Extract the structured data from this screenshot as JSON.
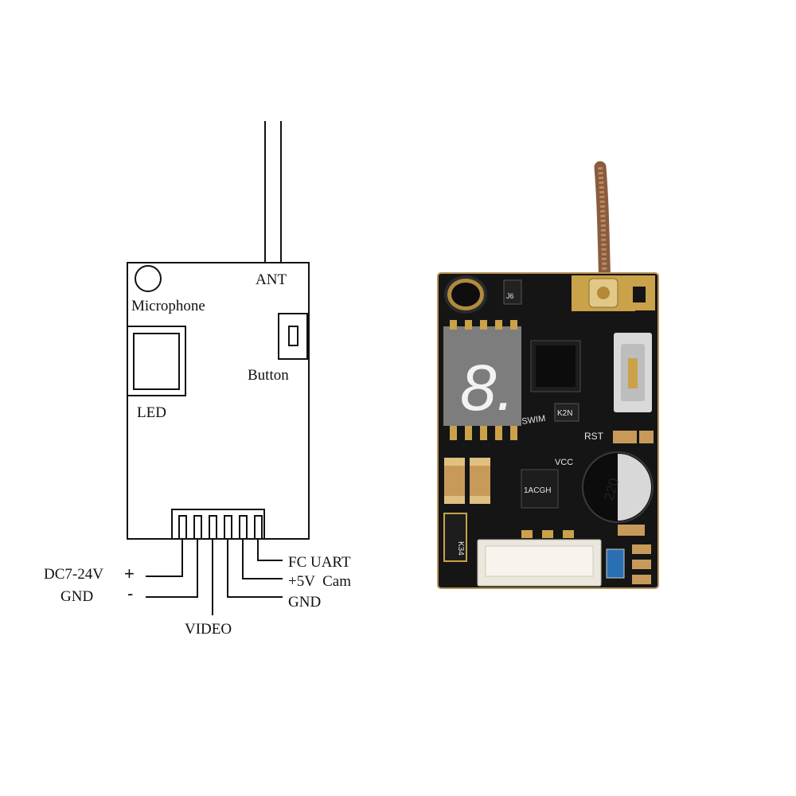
{
  "diagram": {
    "labels": {
      "antenna": "ANT",
      "microphone": "Microphone",
      "button": "Button",
      "led": "LED",
      "pins": {
        "fc_uart": "FC UART",
        "cam_5v": "+5V  Cam",
        "gnd_right": "GND",
        "video": "VIDEO",
        "dc_in": "DC7-24V",
        "gnd_left": "GND"
      },
      "plus_sign": "+",
      "minus_sign": "-"
    }
  },
  "board": {
    "display_digit": "8.",
    "silkscreen": {
      "swim": "SWIM",
      "rst": "RST",
      "vcc": "VCC",
      "inductor": "220",
      "chip_a": "K2N",
      "chip_b": "K34",
      "chip_c": "1ACGH",
      "chip_d": "J6"
    },
    "colors": {
      "pcb": "#151515",
      "antenna_cable": "#9a6a4a",
      "gold_pad": "#c9a24a",
      "display_bg": "#7d7d7d",
      "display_segment": "#f2f2f2",
      "connector": "#ece7dd",
      "capacitor": "#c89a5a"
    }
  }
}
